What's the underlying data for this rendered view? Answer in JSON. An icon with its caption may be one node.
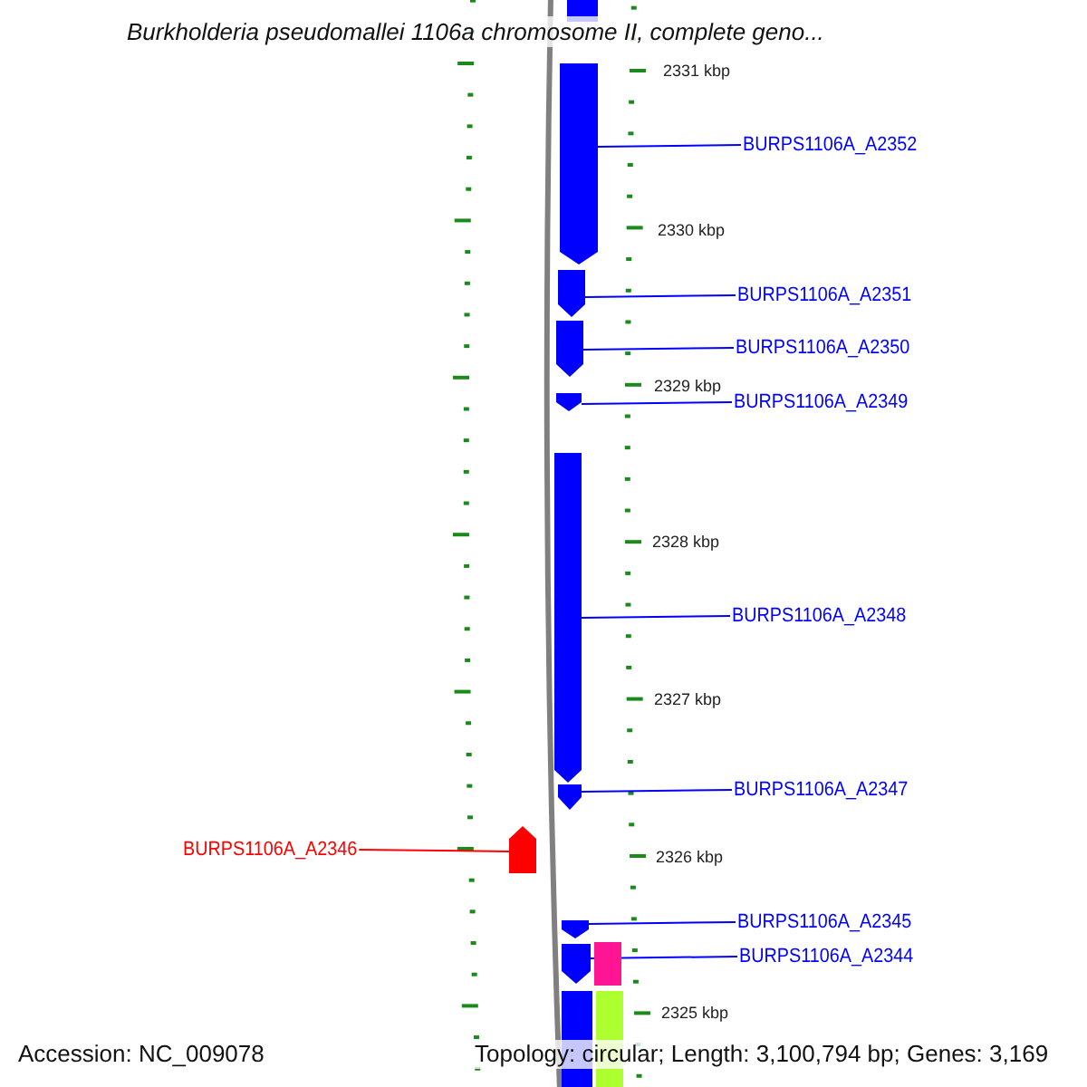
{
  "diagram": {
    "title": "Burkholderia pseudomallei 1106a chromosome II, complete geno...",
    "nodes": [
      {
        "text": [],
        "shape": "bar"
      },
      {
        "text": [
          "BURPS1106A_A2352"
        ]
      },
      {
        "text": [],
        "shape": "arrow"
      },
      {
        "text": [
          "BURPS1106A_A2351"
        ]
      },
      {
        "text": [],
        "shape": "arrow"
      },
      {
        "text": [
          "BURPS1106A_A2350"
        ]
      },
      {
        "text": [],
        "shape": "arrow"
      },
      {
        "text": [
          "BURPS1106A_A2349"
        ]
      },
      {
        "text": [],
        "shape": "arrow"
      },
      {
        "text": [],
        "shape": "arrow"
      },
      {
        "text": [
          "BURPS1106A_A2348"
        ]
      },
      {
        "text": [
          "BURPS1106A_A2347"
        ]
      },
      {
        "text": [],
        "shape": "arrow"
      },
      {
        "text": [
          "BURPS1106A_A2346"
        ]
      },
      {
        "text": [],
        "shape": "arrow"
      },
      {
        "text": [
          "BURPS1106A_A2345"
        ]
      },
      {
        "text": [],
        "shape": "arrow"
      },
      {
        "text": [
          "BURPS1106A_A2344"
        ]
      },
      {
        "text": [],
        "shape": "arrow"
      },
      {
        "text": [],
        "shape": "bar"
      },
      {
        "text": [],
        "shape": "bar"
      },
      {
        "text": [],
        "shape": "bar"
      }
    ],
    "edges": [
      {
        "from": 1,
        "to": 2,
        "arrow": "none"
      },
      {
        "from": 3,
        "to": 4,
        "arrow": "none"
      },
      {
        "from": 5,
        "to": 6,
        "arrow": "none"
      },
      {
        "from": 7,
        "to": 8,
        "arrow": "none"
      },
      {
        "from": 10,
        "to": 9,
        "arrow": "none"
      },
      {
        "from": 11,
        "to": 12,
        "arrow": "none"
      },
      {
        "from": 13,
        "to": 14,
        "arrow": "none",
        "color": "#ff0000"
      },
      {
        "from": 15,
        "to": 16,
        "arrow": "none"
      },
      {
        "from": 17,
        "to": 18,
        "arrow": "none"
      }
    ],
    "labels": [
      "2331 kbp",
      "2330 kbp",
      "2329 kbp",
      "2328 kbp",
      "2327 kbp",
      "2326 kbp",
      "2325 kbp",
      "Accession: NC_009078",
      "Topology: circular; Length: 3,100,794 bp; Genes: 3,169"
    ]
  }
}
